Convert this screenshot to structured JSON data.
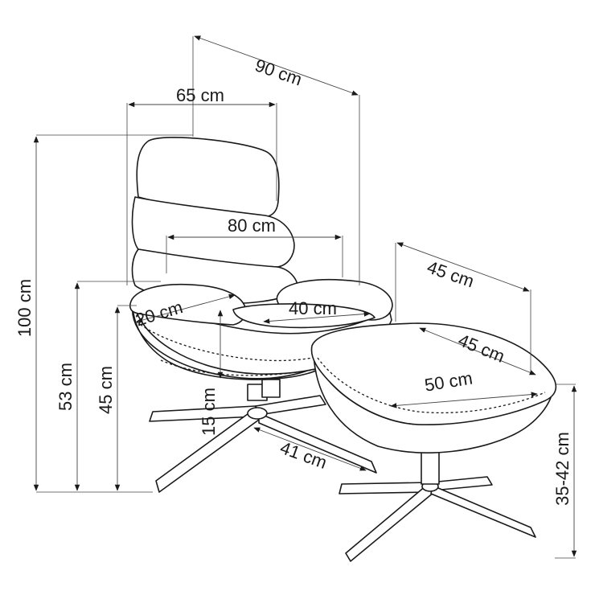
{
  "dimensions": {
    "chair_depth": "90 cm",
    "chair_width": "65 cm",
    "backrest_width": "80 cm",
    "armrest_depth": "20 cm",
    "seat_width": "40 cm",
    "total_height": "100 cm",
    "armrest_height": "53 cm",
    "seat_height": "45 cm",
    "seat_thickness": "15 cm",
    "base_radius": "41 cm",
    "ottoman_depth": "45 cm",
    "ottoman_seat_depth": "45 cm",
    "ottoman_width": "50 cm",
    "ottoman_height": "35-42 cm"
  },
  "colors": {
    "line": "#1a1a1a",
    "background": "#ffffff"
  }
}
